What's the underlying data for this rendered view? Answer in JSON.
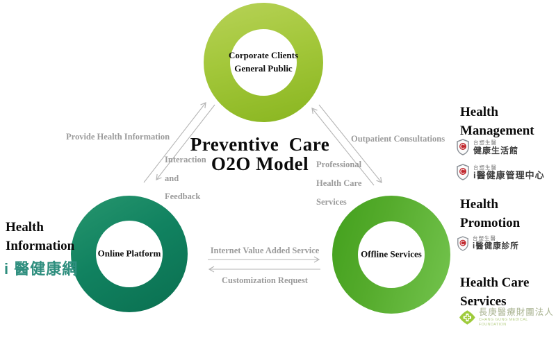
{
  "diagram": {
    "title1": "Preventive  Care",
    "title2": "O2O Model",
    "nodes": {
      "customers": {
        "line1": "Corporate Clients",
        "line2": "General Public"
      },
      "online": {
        "label": "Online Platform"
      },
      "offline": {
        "label": "Offline Services"
      }
    },
    "edges": {
      "provide": "Provide Health Information",
      "interaction1": "Interaction",
      "interaction2": "and",
      "interaction3": "Feedback",
      "outpatient": "Outpatient Consultations",
      "professional1": "Professional",
      "professional2": "Health Care",
      "professional3": "Services",
      "internet": "Internet Value Added Service",
      "customization": "Customization Request"
    }
  },
  "left": {
    "title1": "Health",
    "title2": "Information",
    "logo": "i 醫健康網"
  },
  "right": {
    "sections": [
      {
        "title1": "Health",
        "title2": "Management"
      },
      {
        "title1": "Health",
        "title2": "Promotion"
      },
      {
        "title1": "Health Care",
        "title2": "Services"
      }
    ],
    "logos": [
      {
        "brand": "台塑生醫",
        "name": "健康生活館"
      },
      {
        "brand": "台塑生醫",
        "name": "i醫健康管理中心"
      },
      {
        "brand": "台塑生醫",
        "name": "i醫健康診所"
      }
    ],
    "changgung": {
      "name": "長庚醫療財團法人",
      "caption": "CHANG GUNG MEDICAL FOUNDATION"
    }
  },
  "colors": {
    "customers_ring_light": "#b7d257",
    "customers_ring_dark": "#88b51f",
    "online_ring_light": "#27966e",
    "online_ring_dark": "#0a6f50",
    "offline_ring_dark": "#42a01d",
    "offline_ring_light": "#74c44e",
    "ihealth_logo_teal": "#2e8e7e",
    "shield_red": "#c0272d",
    "changgung_green": "#9ecb3b",
    "edge_label_gray": "#9b9b9b",
    "arrow_gray": "#b5b5b5",
    "title_black": "#0a0a0a"
  }
}
